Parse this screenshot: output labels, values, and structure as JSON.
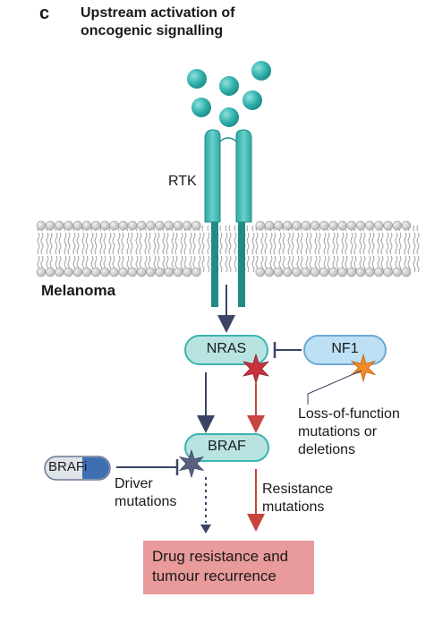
{
  "panel": {
    "letter": "c",
    "title_line1": "Upstream activation of",
    "title_line2": "oncogenic signalling"
  },
  "labels": {
    "rtk": "RTK",
    "membrane": "Melanoma",
    "nras": "NRAS",
    "nf1": "NF1",
    "braf": "BRAF",
    "brafi": "BRAFi",
    "lof_line1": "Loss-of-function",
    "lof_line2": "mutations or",
    "lof_line3": "deletions",
    "driver_line1": "Driver",
    "driver_line2": "mutations",
    "resistance_line1": "Resistance",
    "resistance_line2": "mutations",
    "outcome_line1": "Drug resistance and",
    "outcome_line2": "tumour recurrence"
  },
  "colors": {
    "teal": "#3bb5b0",
    "teal_dark": "#1f8c87",
    "pill_fill": "#b9e3e1",
    "nf1_fill": "#bde0f5",
    "membrane_head": "#cfcfcf",
    "arrow_navy": "#3a4466",
    "arrow_red": "#c8453f",
    "star_red": "#c8323a",
    "star_orange": "#f08a2a",
    "star_navy": "#58627e",
    "outcome_fill": "#e99a9a"
  }
}
